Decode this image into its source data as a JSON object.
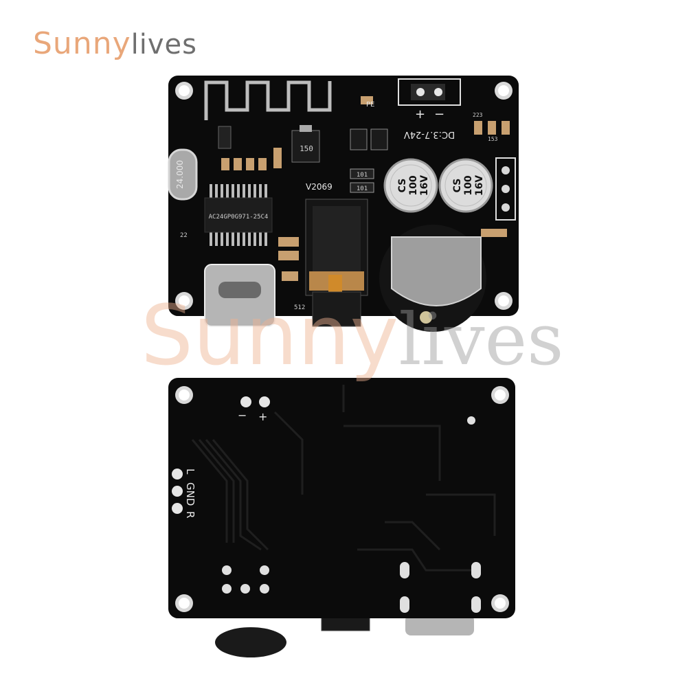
{
  "brand": {
    "name_part1": "Sunny",
    "name_part2": "lives"
  },
  "watermark": {
    "part1": "Sunny",
    "part2": "lives"
  },
  "top_board": {
    "crystal_label": "24.000",
    "chip_label": "AC24GP0G971-25C4",
    "version_label": "V2069",
    "power_label": "DC:3.7-24V",
    "plus": "+",
    "minus": "−",
    "cap_brand": "CS",
    "cap_value": "100",
    "cap_voltage": "16V",
    "reg_label": "150",
    "pe_label": "PE",
    "r101a": "101",
    "r101b": "101",
    "r512": "512",
    "r22": "22",
    "r223": "223",
    "r153": "153"
  },
  "bottom_board": {
    "minus": "−",
    "plus": "+",
    "pin_l": "L",
    "pin_gnd": "GND",
    "pin_r": "R"
  },
  "colors": {
    "pcb": "#0b0b0b",
    "brand_orange": "#e9a77a",
    "brand_gray": "#6f6f6f"
  }
}
